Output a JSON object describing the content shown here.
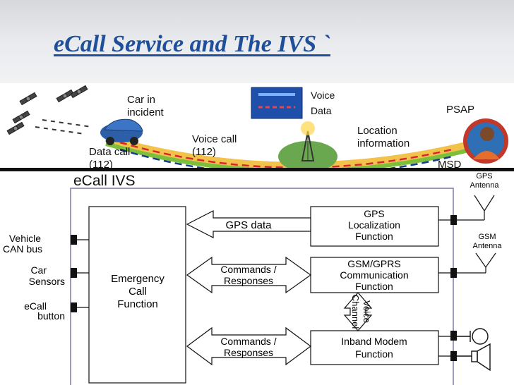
{
  "slide": {
    "title": "eCall Service and The IVS `"
  },
  "overview": {
    "car_label": [
      "Car in",
      "incident"
    ],
    "legend_voice": "Voice",
    "legend_data": "Data",
    "voice_call": [
      "Voice call",
      "(112)"
    ],
    "data_call": [
      "Data call",
      "(112)"
    ],
    "location_info": [
      "Location",
      "information"
    ],
    "psap": "PSAP",
    "msd": "MSD",
    "colors": {
      "voice": "#1b3a8c",
      "data": "#d7262f",
      "arc": "#f2c24a",
      "arc_green": "#7dbf3a"
    }
  },
  "ivs": {
    "title": "eCall IVS",
    "inputs": [
      {
        "lines": [
          "Vehicle",
          "CAN bus"
        ]
      },
      {
        "lines": [
          "Car",
          "Sensors"
        ]
      },
      {
        "lines": [
          "eCall",
          "button"
        ]
      }
    ],
    "emergency_block": [
      "Emergency",
      "Call",
      "Function"
    ],
    "arrows": {
      "gps_data": "GPS data",
      "commands_1": [
        "Commands /",
        "Responses"
      ],
      "commands_2": [
        "Commands /",
        "Responses"
      ],
      "voice_channel": [
        "Voice",
        "Channel"
      ]
    },
    "blocks": {
      "gps": [
        "GPS",
        "Localization",
        "Function"
      ],
      "gsm": [
        "GSM/GPRS",
        "Communication",
        "Function"
      ],
      "modem": [
        "Inband Modem",
        "Function"
      ]
    },
    "antennas": {
      "gps": [
        "GPS",
        "Antenna"
      ],
      "gsm": [
        "GSM",
        "Antenna"
      ]
    },
    "icons": [
      "gps-antenna-icon",
      "gsm-antenna-icon",
      "microphone-icon",
      "speaker-icon"
    ]
  }
}
